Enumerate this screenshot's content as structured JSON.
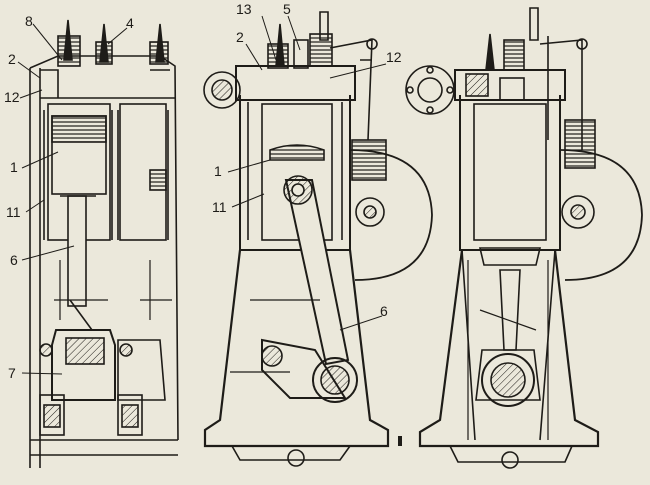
{
  "callouts": {
    "left": {
      "n8": "8",
      "n4": "4",
      "n2": "2",
      "n12": "12",
      "n1": "1",
      "n11": "11",
      "n6": "6",
      "n7": "7"
    },
    "middle": {
      "n13": "13",
      "n5": "5",
      "n2": "2",
      "n12": "12",
      "n1": "1",
      "n11": "11",
      "n6": "6"
    }
  },
  "colors": {
    "background": "#ebe8db",
    "ink": "#1e1c18",
    "shade": "#9a968b"
  }
}
